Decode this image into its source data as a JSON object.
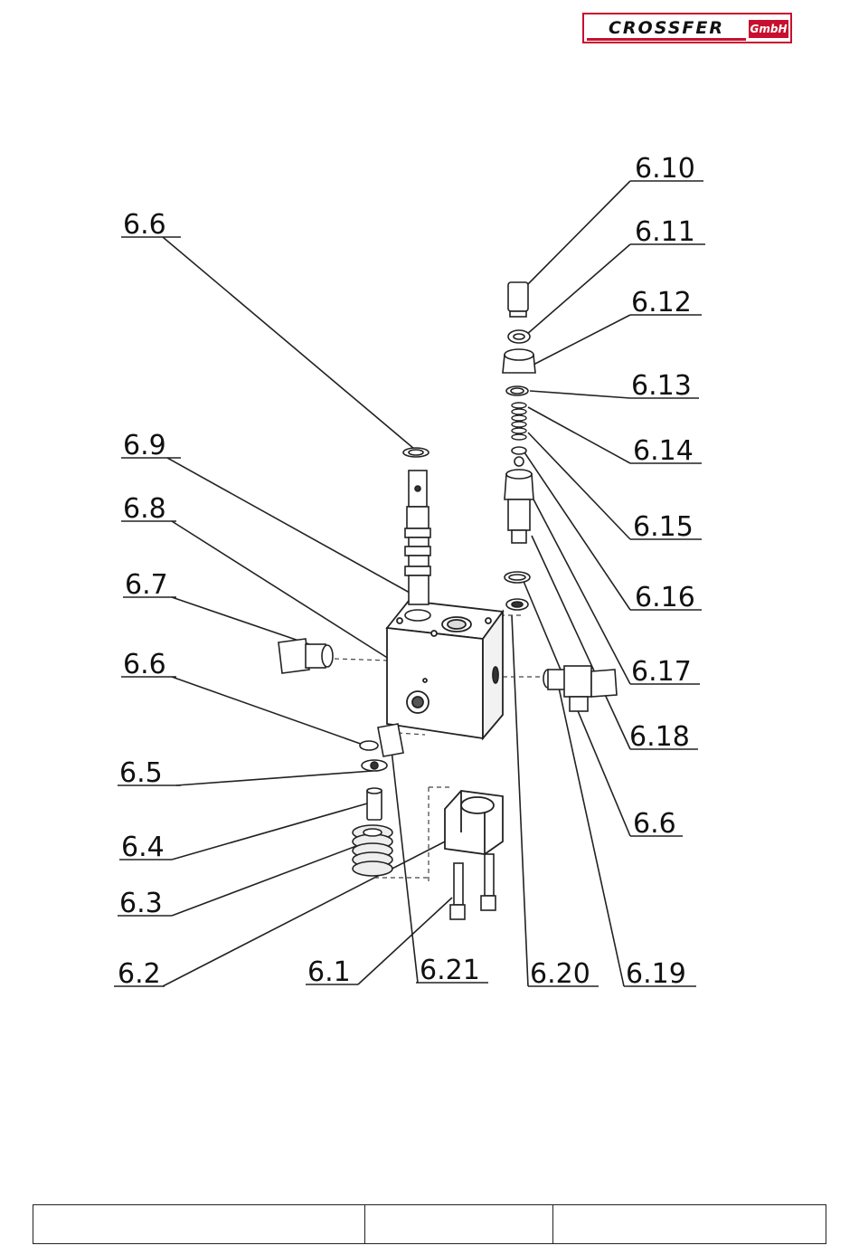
{
  "logo": {
    "brand": "CROSSFER",
    "suffix": "GmbH",
    "accent_color": "#c8102e"
  },
  "labels": {
    "l6_10": "6.10",
    "l6_11": "6.11",
    "l6_12": "6.12",
    "l6_13": "6.13",
    "l6_14": "6.14",
    "l6_15": "6.15",
    "l6_16": "6.16",
    "l6_17": "6.17",
    "l6_18": "6.18",
    "l6_6_right": "6.6",
    "l6_6_top": "6.6",
    "l6_9": "6.9",
    "l6_8": "6.8",
    "l6_7": "6.7",
    "l6_6_left": "6.6",
    "l6_5": "6.5",
    "l6_4": "6.4",
    "l6_3": "6.3",
    "l6_2": "6.2",
    "l6_1": "6.1",
    "l6_21": "6.21",
    "l6_20": "6.20",
    "l6_19": "6.19"
  },
  "footer": {
    "cells": [
      "",
      "",
      ""
    ]
  }
}
